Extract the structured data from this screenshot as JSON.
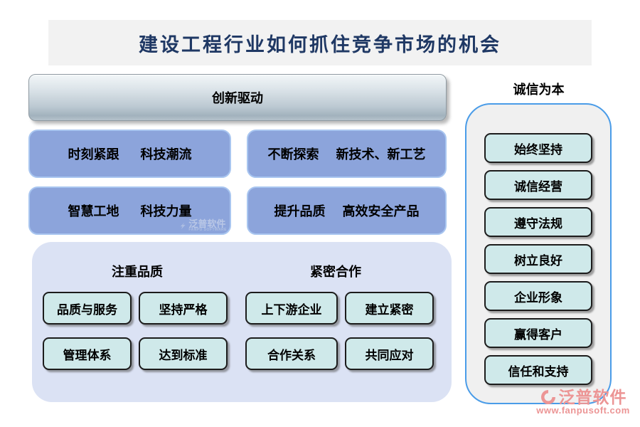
{
  "page_title": "建设工程行业如何抓住竞争市场的机会",
  "colors": {
    "title_text": "#1f3864",
    "blue_box_fill": "#8ca4db",
    "blue_box_border": "#a9c6f0",
    "quality_panel_fill": "#dbe2f4",
    "mint_box_fill": "#cfe9ea",
    "integrity_panel_border": "#4a9ce8",
    "integrity_panel_fill": "#f0f0f0",
    "logo_color": "#ec9595",
    "title_band_fill": "#f2f2f2"
  },
  "innovation_bar": {
    "label": "创新驱动"
  },
  "tech_boxes": [
    {
      "left": "时刻紧跟",
      "right": "科技潮流"
    },
    {
      "left": "不断探索",
      "right": "新技术、新工艺"
    },
    {
      "left": "智慧工地",
      "right": "科技力量"
    },
    {
      "left": "提升品质",
      "right": "高效安全产品"
    }
  ],
  "quality_panel": {
    "groups": [
      {
        "title": "注重品质",
        "items": [
          "品质与服务",
          "坚持严格",
          "管理体系",
          "达到标准"
        ]
      },
      {
        "title": "紧密合作",
        "items": [
          "上下游企业",
          "建立紧密",
          "合作关系",
          "共同应对"
        ]
      }
    ]
  },
  "integrity_panel": {
    "title": "诚信为本",
    "items": [
      "始终坚持",
      "诚信经营",
      "遵守法规",
      "树立良好",
      "企业形象",
      "赢得客户",
      "信任和支持"
    ]
  },
  "watermark": {
    "cn": "泛普软件",
    "en": "FANPU SOFTWARE"
  },
  "logo": {
    "name": "泛普软件",
    "url": "www.fanpusoft.com"
  }
}
